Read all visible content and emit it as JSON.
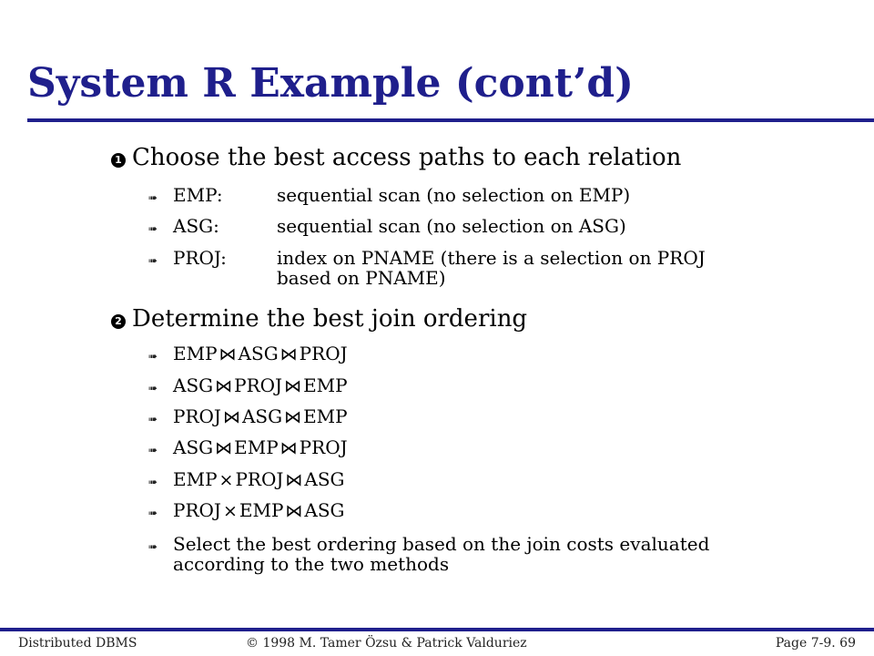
{
  "slide": {
    "title": "System R Example (cont’d)"
  },
  "steps": [
    {
      "number": "1",
      "text": "Choose the best access paths to each relation",
      "items": [
        {
          "label": "EMP:",
          "desc": "sequential scan (no selection on  EMP)"
        },
        {
          "label": "ASG:",
          "desc": "sequential scan (no selection on  ASG)"
        },
        {
          "label": "PROJ:",
          "desc": "index on PNAME (there is a  selection on PROJ based on PNAME)"
        }
      ]
    },
    {
      "number": "2",
      "text": "Determine the best join ordering",
      "orderings": [
        {
          "a": "EMP",
          "op1": "⋈",
          "b": "ASG",
          "op2": "⋈",
          "c": "PROJ"
        },
        {
          "a": "ASG",
          "op1": "⋈",
          "b": "PROJ",
          "op2": "⋈",
          "c": "EMP"
        },
        {
          "a": "PROJ",
          "op1": "⋈",
          "b": "ASG",
          "op2": "⋈",
          "c": "EMP"
        },
        {
          "a": "ASG",
          "op1": "⋈",
          "b": "EMP",
          "op2": "⋈",
          "c": "PROJ"
        },
        {
          "a": "EMP",
          "op1": "×",
          "b": "PROJ",
          "op2": "⋈",
          "c": "ASG"
        },
        {
          "a": "PROJ",
          "op1": "×",
          "b": "EMP",
          "op2": "⋈",
          "c": "ASG"
        }
      ],
      "conclusion": "Select the best ordering based on the join costs evaluated according to the two methods"
    }
  ],
  "footer": {
    "left": "Distributed DBMS",
    "center": "© 1998 M. Tamer Özsu & Patrick Valduriez",
    "right": "Page 7-9. 69"
  },
  "colors": {
    "title": "#1f1f8c",
    "rule": "#1f1f8c"
  },
  "icons": {
    "step_bullet": "numbered-circle-icon",
    "sub_bullet": "arrow-bullet-icon"
  }
}
